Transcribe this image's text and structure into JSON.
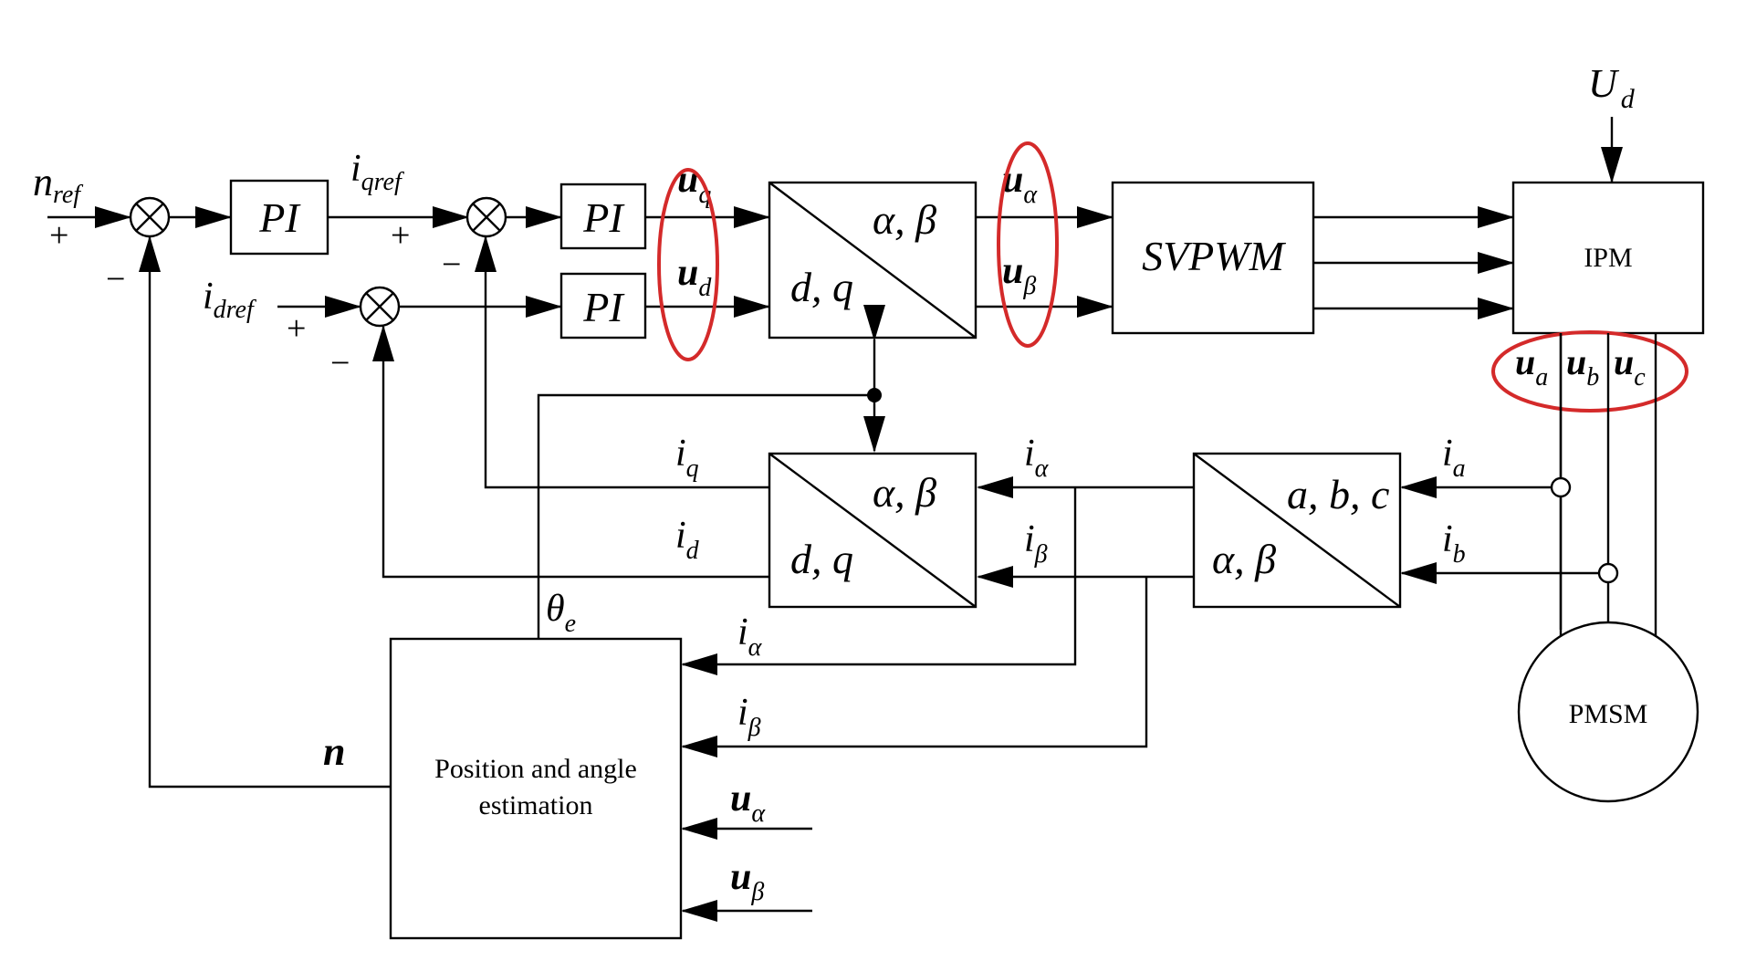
{
  "labels": {
    "nref_main": "n",
    "nref_sub": "ref",
    "plus": "+",
    "minus": "−",
    "pi": "PI",
    "iqref_main": "i",
    "iqref_sub": "qref",
    "idref_main": "i",
    "idref_sub": "dref",
    "uq_main": "u",
    "uq_sub": "q",
    "ud_main": "u",
    "ud_sub": "d",
    "alpha_beta": "α, β",
    "d_q": "d, q",
    "a_b_c": "a, b, c",
    "ualpha_main": "u",
    "ualpha_sub": "α",
    "ubeta_main": "u",
    "ubeta_sub": "β",
    "svpwm": "SVPWM",
    "ipm": "IPM",
    "ud_supply_main": "U",
    "ud_supply_sub": "d",
    "ua_main": "u",
    "ua_sub": "a",
    "ub_main": "u",
    "ub_sub": "b",
    "uc_main": "u",
    "uc_sub": "c",
    "pmsm": "PMSM",
    "ia_main": "i",
    "ia_sub": "a",
    "ib_main": "i",
    "ib_sub": "b",
    "ialpha_main": "i",
    "ialpha_sub": "α",
    "ibeta_main": "i",
    "ibeta_sub": "β",
    "iq_main": "i",
    "iq_sub": "q",
    "id_main": "i",
    "id_sub": "d",
    "theta_main": "θ",
    "theta_sub": "e",
    "n_speed": "n",
    "estimator_line1": "Position and angle",
    "estimator_line2": "estimation"
  },
  "colors": {
    "line": "#000000",
    "highlight": "#d42a2a",
    "background": "#ffffff"
  }
}
